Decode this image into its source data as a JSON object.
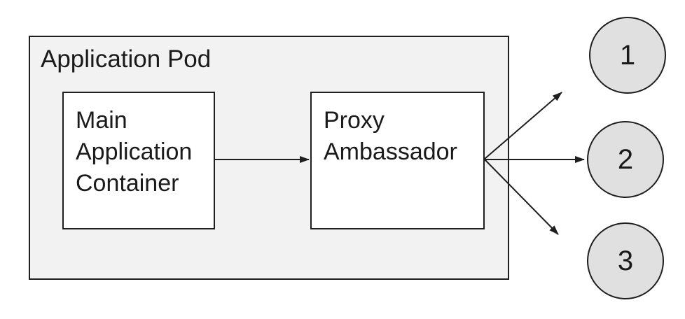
{
  "pod": {
    "label": "Application Pod"
  },
  "nodes": {
    "main": {
      "label": "Main Application Container"
    },
    "proxy": {
      "label": "Proxy Ambassador"
    }
  },
  "endpoints": [
    {
      "label": "1"
    },
    {
      "label": "2"
    },
    {
      "label": "3"
    }
  ],
  "colors": {
    "canvas_bg": "#ffffff",
    "pod_fill": "#f2f2f2",
    "node_fill": "#ffffff",
    "endpoint_fill": "#e0e0e0",
    "stroke": "#1f1f1f",
    "text": "#1a1a1a"
  }
}
